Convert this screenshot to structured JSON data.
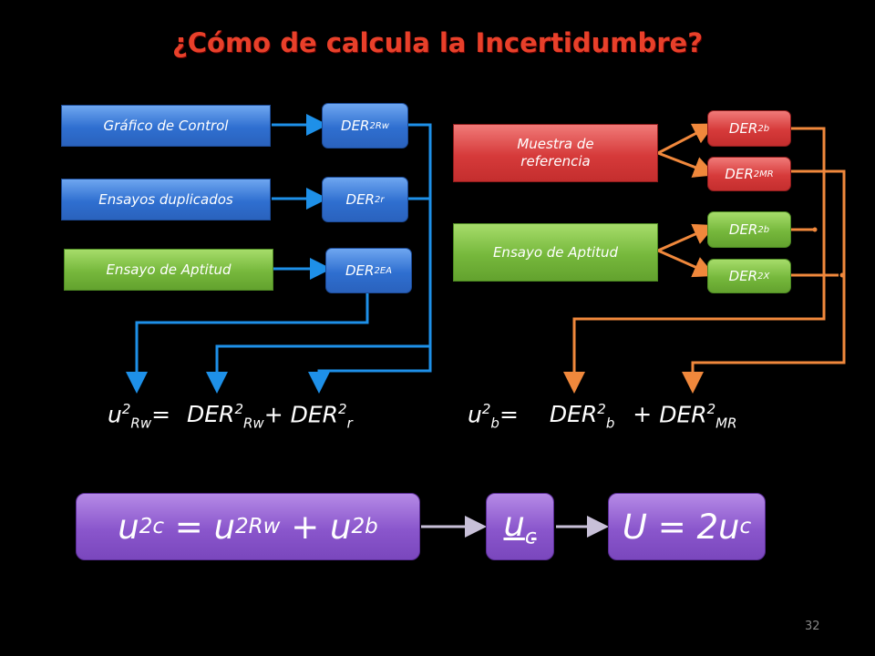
{
  "title": "¿Cómo de calcula la Incertidumbre?",
  "left_sources": [
    {
      "label": "Gráfico de Control",
      "color": "blue"
    },
    {
      "label": "Ensayos duplicados",
      "color": "blue"
    },
    {
      "label": "Ensayo de Aptitud",
      "color": "green"
    }
  ],
  "left_der": [
    {
      "base": "DER",
      "sup": "2",
      "sub": "Rw"
    },
    {
      "base": "DER",
      "sup": "2",
      "sub": "r"
    },
    {
      "base": "DER",
      "sup": "2",
      "sub": "EA"
    }
  ],
  "right_sources": [
    {
      "label": "Muestra de referencia",
      "color": "red"
    },
    {
      "label": "Ensayo de Aptitud",
      "color": "green"
    }
  ],
  "right_der": [
    {
      "base": "DER",
      "sup": "2",
      "sub": "b"
    },
    {
      "base": "DER",
      "sup": "2",
      "sub": "MR"
    },
    {
      "base": "DER",
      "sup": "2",
      "sub": "b"
    },
    {
      "base": "DER",
      "sup": "2",
      "sub": "X"
    }
  ],
  "eq_left": {
    "u": "u",
    "u_sup": "2",
    "u_sub": "Rw",
    "eq": "=",
    "t1": "DER",
    "t1_sup": "2",
    "t1_sub": "Rw",
    "plus": "+",
    "t2": "DER",
    "t2_sup": "2",
    "t2_sub": "r"
  },
  "eq_right": {
    "u": "u",
    "u_sup": "2",
    "u_sub": "b",
    "eq": "=",
    "t1": "DER",
    "t1_sup": "2",
    "t1_sub": "b",
    "plus": "+",
    "t2": "DER",
    "t2_sup": "2",
    "t2_sub": "MR"
  },
  "combined": {
    "u": "u",
    "u_sup": "2",
    "u_sub": "c",
    "eq": " = ",
    "a": "u",
    "a_sup": "2",
    "a_sub": "Rw",
    "plus": " + ",
    "b": "u",
    "b_sup": "2",
    "b_sub": "b"
  },
  "uc": {
    "u": "u",
    "sub": "c"
  },
  "expanded": {
    "text": "U = 2u",
    "sub": "c"
  },
  "page_number": "32",
  "colors": {
    "title": "#e8402a",
    "blue_line": "#1e90e8",
    "orange_line": "#f0883c",
    "arrow_gray": "#c8c0d8"
  }
}
